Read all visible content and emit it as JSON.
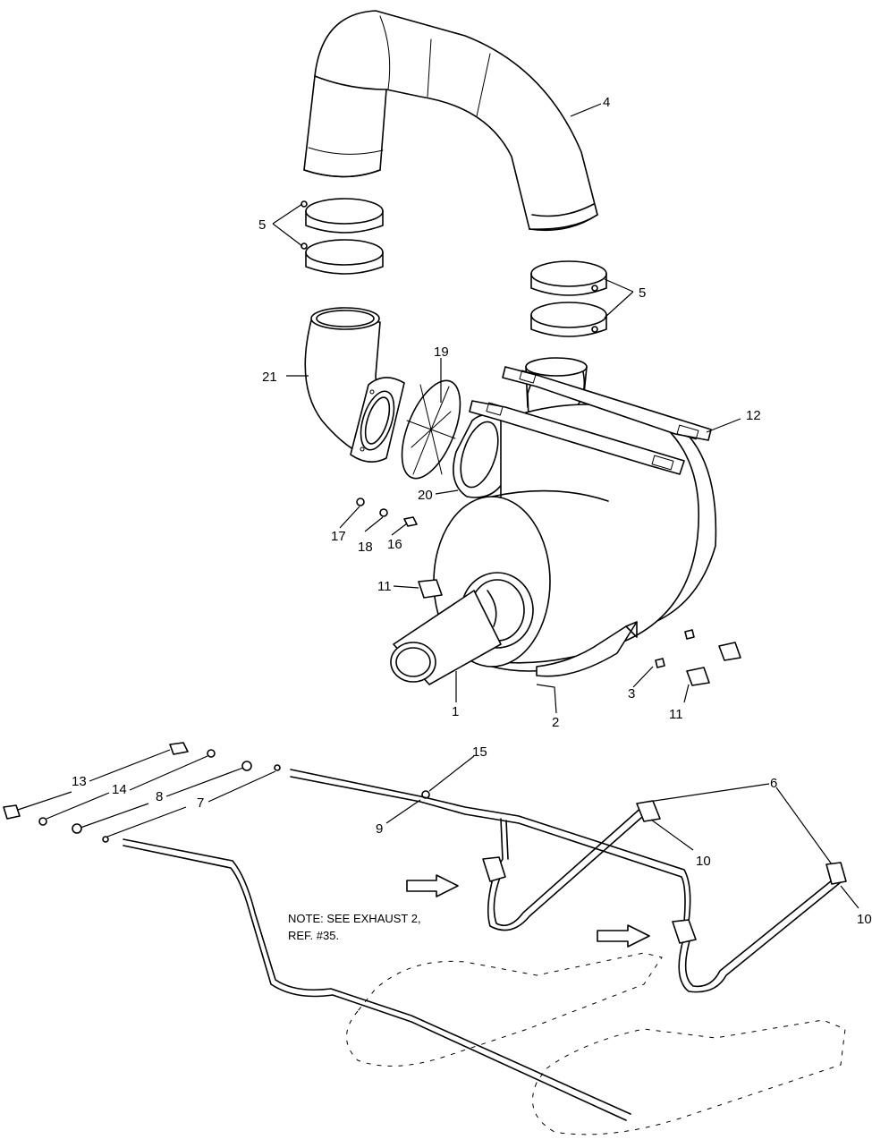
{
  "callouts": [
    {
      "id": "1",
      "text": "1"
    },
    {
      "id": "2",
      "text": "2"
    },
    {
      "id": "3",
      "text": "3"
    },
    {
      "id": "4",
      "text": "4"
    },
    {
      "id": "5a",
      "text": "5"
    },
    {
      "id": "5b",
      "text": "5"
    },
    {
      "id": "6",
      "text": "6"
    },
    {
      "id": "7",
      "text": "7"
    },
    {
      "id": "8",
      "text": "8"
    },
    {
      "id": "9",
      "text": "9"
    },
    {
      "id": "10a",
      "text": "10"
    },
    {
      "id": "10b",
      "text": "10"
    },
    {
      "id": "11a",
      "text": "11"
    },
    {
      "id": "11b",
      "text": "11"
    },
    {
      "id": "12",
      "text": "12"
    },
    {
      "id": "13",
      "text": "13"
    },
    {
      "id": "14",
      "text": "14"
    },
    {
      "id": "15",
      "text": "15"
    },
    {
      "id": "16",
      "text": "16"
    },
    {
      "id": "17",
      "text": "17"
    },
    {
      "id": "18",
      "text": "18"
    },
    {
      "id": "19",
      "text": "19"
    },
    {
      "id": "20",
      "text": "20"
    },
    {
      "id": "21",
      "text": "21"
    }
  ],
  "note": {
    "line1": "NOTE: SEE EXHAUST 2,",
    "line2": "REF. #35."
  }
}
